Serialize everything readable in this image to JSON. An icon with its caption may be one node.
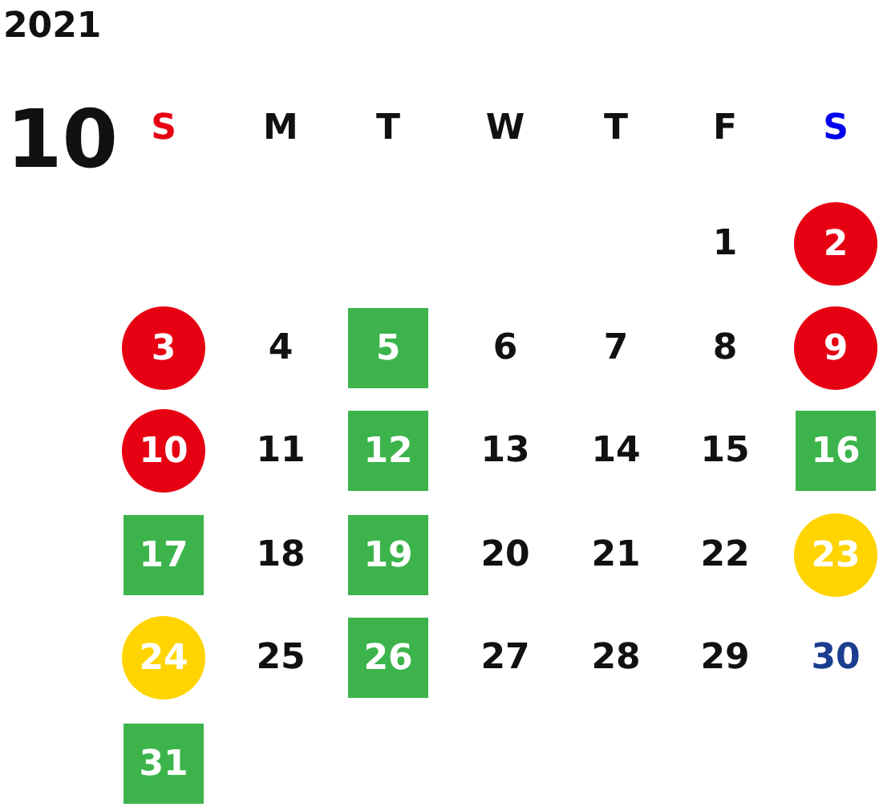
{
  "diagram": {
    "nodes": [
      {
        "text": [
          "2"
        ]
      },
      {
        "text": [
          "3"
        ]
      },
      {
        "text": [
          "5"
        ]
      },
      {
        "text": [
          "9"
        ]
      },
      {
        "text": [
          "10"
        ]
      },
      {
        "text": [
          "12"
        ]
      },
      {
        "text": [
          "16"
        ]
      },
      {
        "text": [
          "17"
        ]
      },
      {
        "text": [
          "19"
        ]
      },
      {
        "text": [
          "23"
        ]
      },
      {
        "text": [
          "24"
        ]
      },
      {
        "text": [
          "26"
        ]
      },
      {
        "text": [
          "31"
        ]
      }
    ],
    "labels": [
      "2021",
      "10",
      "S",
      "M",
      "T",
      "W",
      "T",
      "F",
      "S",
      "1",
      "4",
      "6",
      "7",
      "8",
      "11",
      "13",
      "14",
      "15",
      "18",
      "20",
      "21",
      "22",
      "25",
      "27",
      "28",
      "29",
      "30"
    ]
  }
}
